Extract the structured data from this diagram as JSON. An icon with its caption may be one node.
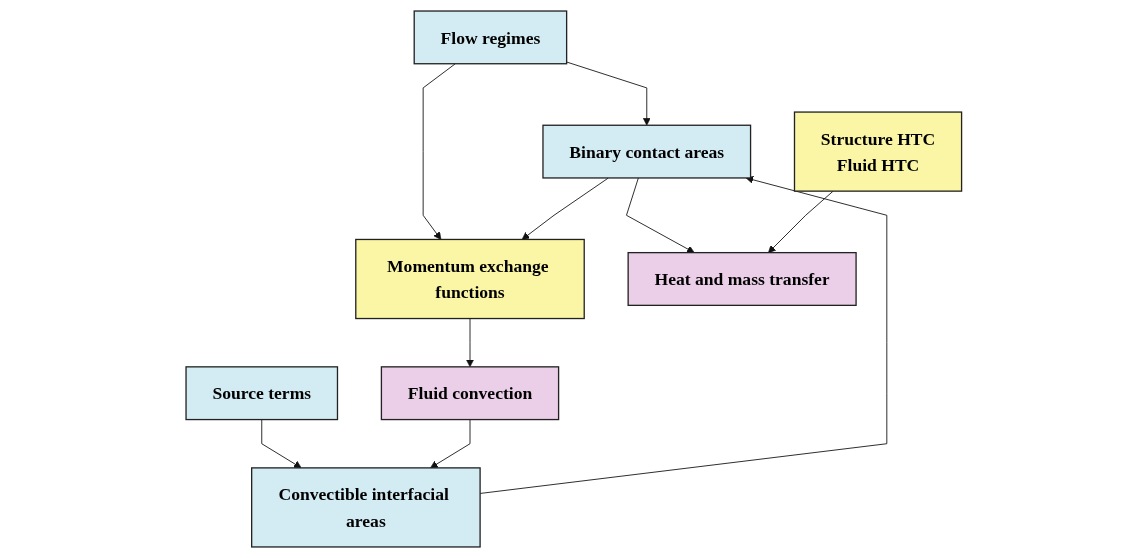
{
  "diagram": {
    "nodes": [
      {
        "text": [
          "Flow regimes"
        ]
      },
      {
        "text": [
          "Convectible interfacial areas"
        ]
      },
      {
        "text": [
          "Binary contact areas"
        ]
      },
      {
        "text": [
          "Source terms"
        ]
      },
      {
        "text": [
          "Structure HTC",
          "Fluid HTC"
        ]
      },
      {
        "text": [
          "Momentum exchange functions"
        ]
      },
      {
        "text": [
          "Heat and mass transfer"
        ]
      },
      {
        "text": [
          "Fluid convection"
        ]
      }
    ],
    "edges": [
      {
        "from": 0,
        "to": 2,
        "arrow": "to"
      },
      {
        "from": 1,
        "to": 2,
        "arrow": "to"
      },
      {
        "from": 3,
        "to": 1,
        "arrow": "to"
      },
      {
        "from": 0,
        "to": 5,
        "arrow": "to"
      },
      {
        "from": 2,
        "to": 5,
        "arrow": "to"
      },
      {
        "from": 2,
        "to": 6,
        "arrow": "to"
      },
      {
        "from": 4,
        "to": 6,
        "arrow": "to"
      },
      {
        "from": 5,
        "to": 7,
        "arrow": "to"
      },
      {
        "from": 7,
        "to": 1,
        "arrow": "to"
      }
    ]
  }
}
